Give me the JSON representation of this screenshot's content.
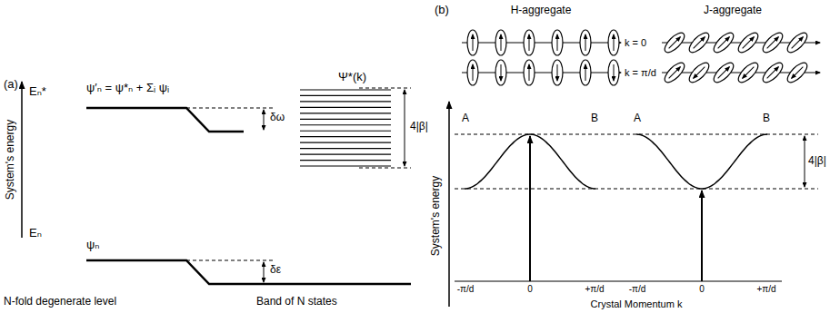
{
  "diagram": {
    "labels": [
      "(a)",
      "Eₙ*",
      "ψ′ₙ = ψ*ₙ + Σᵢ ψᵢ",
      "δω",
      "Ψ*(k)",
      "4|β|",
      "System's energy",
      "Eₙ",
      "ψₙ",
      "δε",
      "N-fold degenerate level",
      "Band of N states",
      "(b)",
      "H-aggregate",
      "J-aggregate",
      "k = 0",
      "k = π/d",
      "A",
      "B",
      "A",
      "B",
      "System's energy",
      "4|β|",
      "-π/d",
      "0",
      "+π/d",
      "-π/d",
      "0",
      "+π/d",
      "Crystal Momentum k"
    ]
  }
}
